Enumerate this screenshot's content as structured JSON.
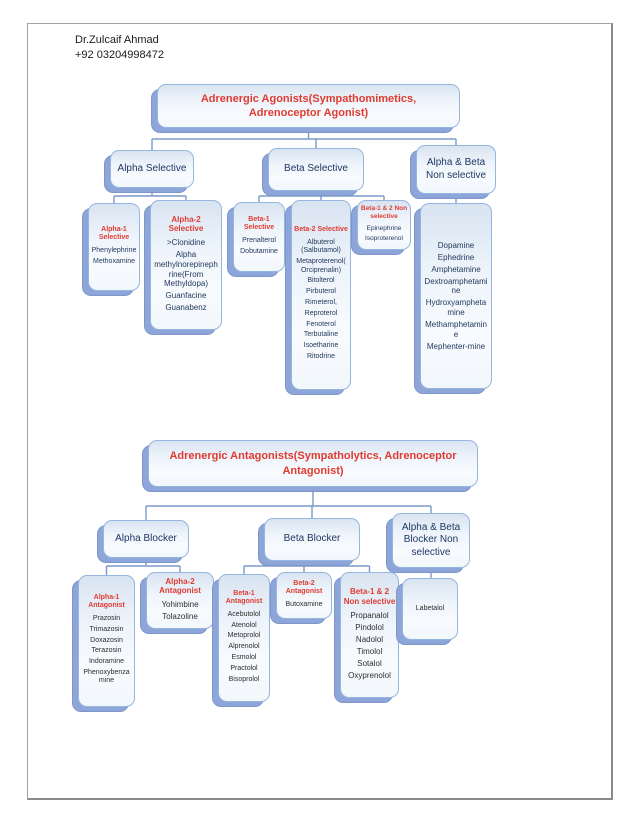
{
  "colors": {
    "red": "#e13b31",
    "navy": "#1f3864",
    "drug_navy": "#24395c",
    "drug_dark": "#2d2d2d",
    "box_border": "#95b6de",
    "box_back": "#8da5d8",
    "box_back_border": "#7e97c9",
    "connector": "#7b99c8"
  },
  "page": {
    "header_line1": "Dr.Zulcaif Ahmad",
    "header_line2": "+92 03204998472"
  },
  "agonists_chart": {
    "title": "Adrenergic Agonists(Sympathomimetics, Adrenoceptor Agonist)",
    "level2": [
      {
        "label": "Alpha Selective"
      },
      {
        "label": "Beta Selective"
      },
      {
        "label": "Alpha & Beta Non selective"
      }
    ],
    "leaves": [
      {
        "header": "Alpha-1 Selective",
        "items": [
          "Phenylephrine",
          "Methoxamine"
        ]
      },
      {
        "header": "Alpha-2 Selective",
        "items": [
          ">Clonidine",
          "Alpha methylnorepinephrine(From Methyldopa)",
          "Guanfacine",
          "Guanabenz"
        ]
      },
      {
        "header": "Beta-1 Selective",
        "items": [
          "Prenalterol",
          "Dobutamine"
        ]
      },
      {
        "header": "Beta-2 Selective",
        "items": [
          "Albuterol (Salbutamol)",
          "Metaproterenol(Orciprenalin)",
          "Bitolterol",
          "Pirbuterol",
          "Rimeterol,",
          "Reproterol",
          "Fenoterol",
          "Terbutaline",
          "Isoetharine",
          "Ritodrine"
        ]
      },
      {
        "header": "Beta-1 & 2 Non selective",
        "items": [
          "Epinephrine",
          "Isoproterenol"
        ]
      },
      {
        "header": "",
        "items": [
          "Dopamine",
          "Ephedrine",
          "Amphetamine",
          "Dextroamphetamine",
          "Hydroxyamphetamine",
          "Methamphetamine",
          "Mephenter-mine"
        ]
      }
    ]
  },
  "antagonists_chart": {
    "title": "Adrenergic Antagonists(Sympatholytics, Adrenoceptor Antagonist)",
    "level2": [
      {
        "label": "Alpha Blocker"
      },
      {
        "label": "Beta Blocker"
      },
      {
        "label": "Alpha & Beta Blocker Non selective"
      }
    ],
    "leaves": [
      {
        "header": "Alpha-1 Antagonist",
        "items": [
          "Prazosin",
          "Trimazosin",
          "Doxazosin",
          "Terazosin",
          "Indoramine",
          "Phenoxybenzamine"
        ]
      },
      {
        "header": "Alpha-2 Antagonist",
        "items": [
          "Yohimbine",
          "Tolazoline"
        ]
      },
      {
        "header": "Beta-1 Antagonist",
        "items": [
          "Acebutolol",
          "Atenolol",
          "Metoprolol",
          "Alprenolol",
          "Esmolol",
          "Practolol",
          "Bisoprolol"
        ]
      },
      {
        "header": "Beta-2 Antagonist",
        "items": [
          "Butoxamine"
        ]
      },
      {
        "header": "Beta-1 & 2 Non selective",
        "items": [
          "Propanalol",
          "Pindolol",
          "Nadolol",
          "Timolol",
          "Sotalol",
          "Oxyprenolol"
        ]
      },
      {
        "header": "",
        "items": [
          "Labetalol"
        ]
      }
    ]
  }
}
